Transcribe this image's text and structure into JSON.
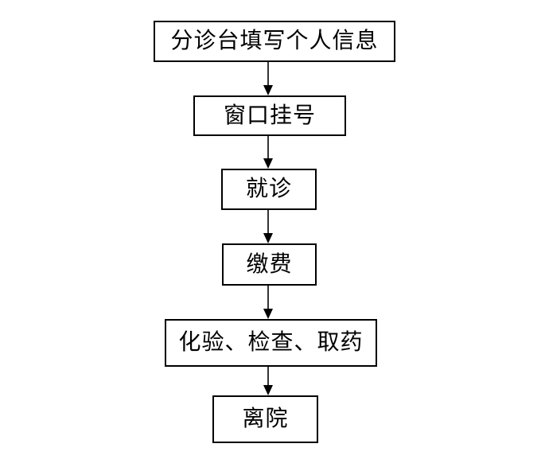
{
  "diagram": {
    "type": "flowchart",
    "direction": "top-down",
    "steps": [
      {
        "label": "分诊台填写个人信息"
      },
      {
        "label": "窗口挂号"
      },
      {
        "label": "就诊"
      },
      {
        "label": "缴费"
      },
      {
        "label": "化验、检查、取药"
      },
      {
        "label": "离院"
      }
    ],
    "connections": [
      {
        "from": "分诊台填写个人信息",
        "to": "窗口挂号"
      },
      {
        "from": "窗口挂号",
        "to": "就诊"
      },
      {
        "from": "就诊",
        "to": "缴费"
      },
      {
        "from": "缴费",
        "to": "化验、检查、取药"
      },
      {
        "from": "化验、检查、取药",
        "to": "离院"
      }
    ],
    "colors": {
      "background": "#ffffff",
      "box_border": "#000000",
      "text": "#000000",
      "arrow": "#000000"
    }
  }
}
